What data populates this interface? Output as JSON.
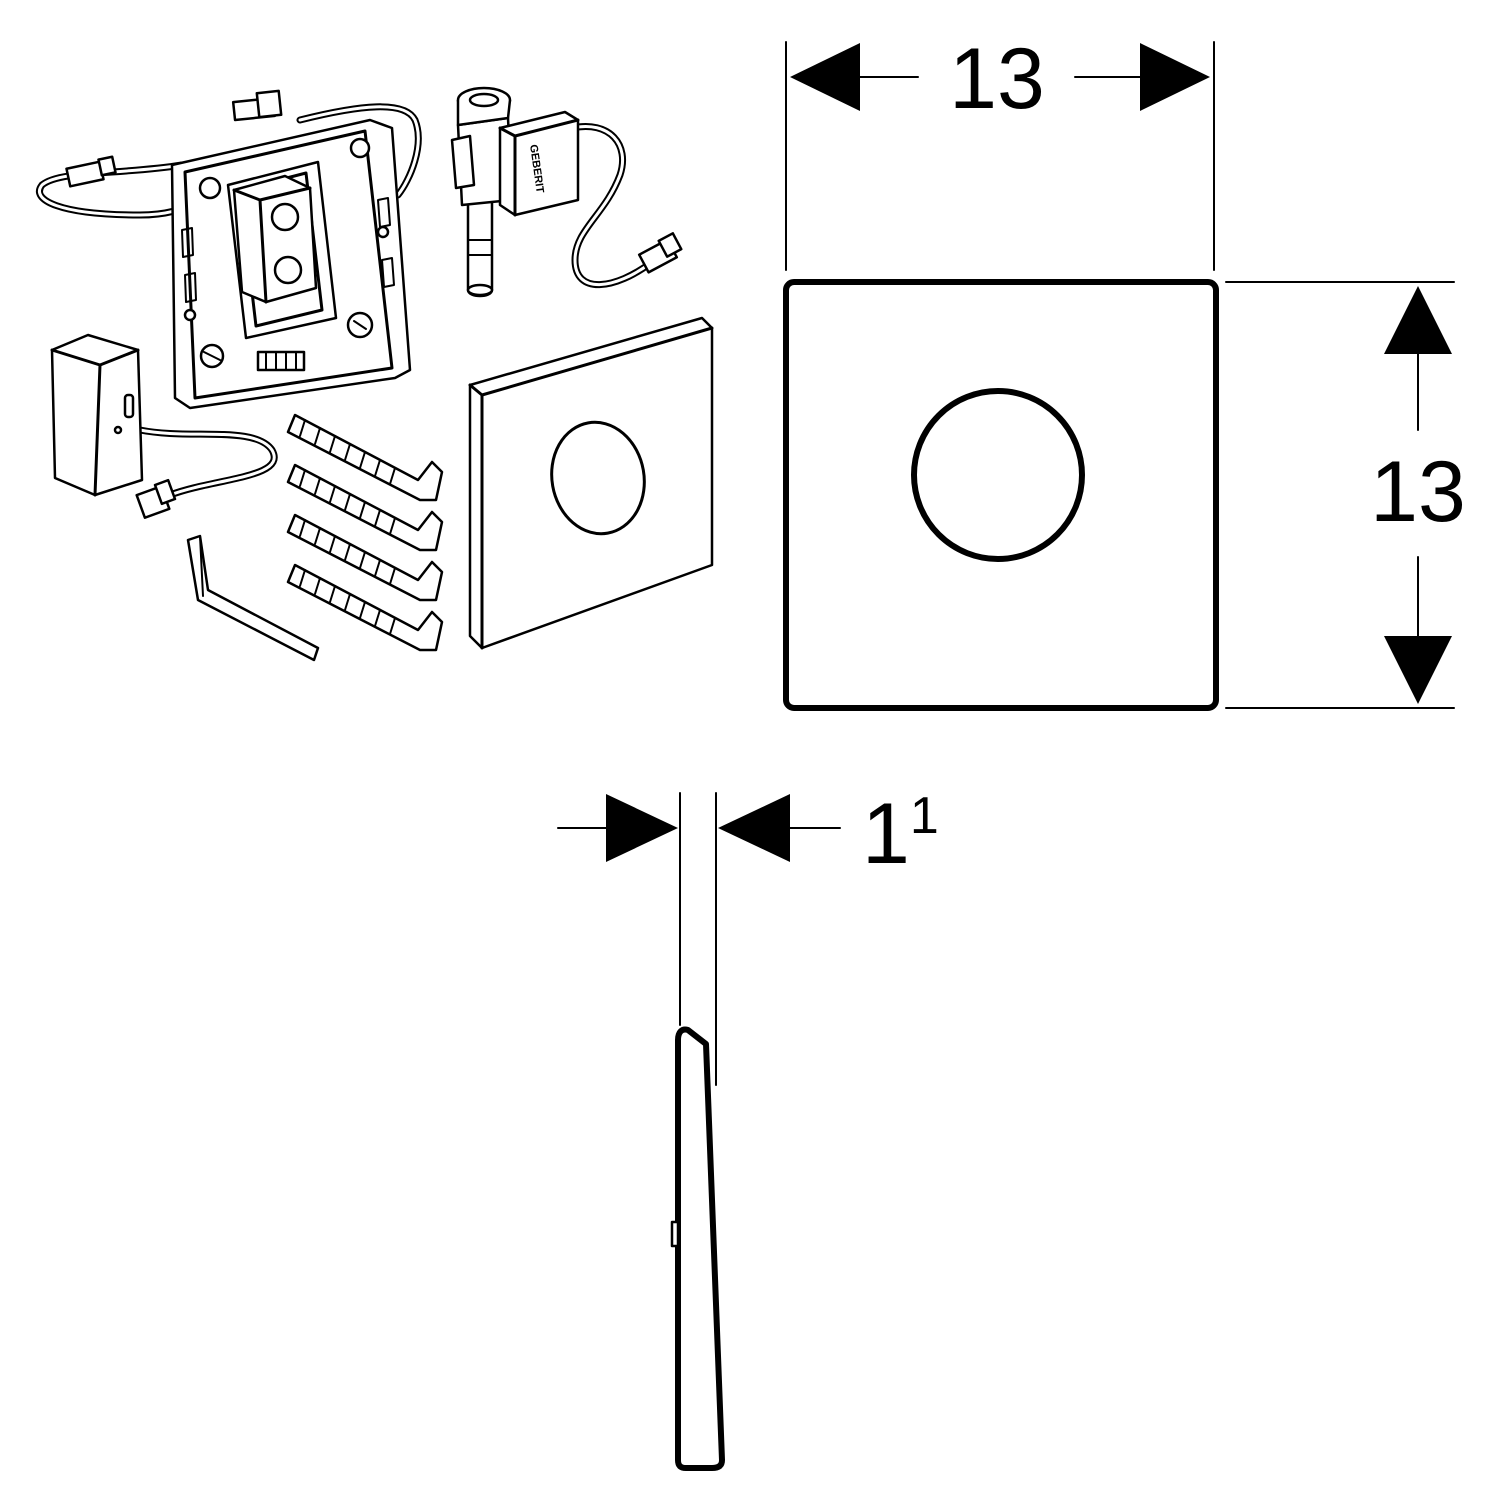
{
  "dimensions": {
    "width_label": "13",
    "height_label": "13",
    "depth_label_main": "1",
    "depth_label_sup": "1"
  },
  "colors": {
    "line": "#000000",
    "background": "#ffffff"
  },
  "logo": {
    "brand_text": "GEBERIT"
  }
}
